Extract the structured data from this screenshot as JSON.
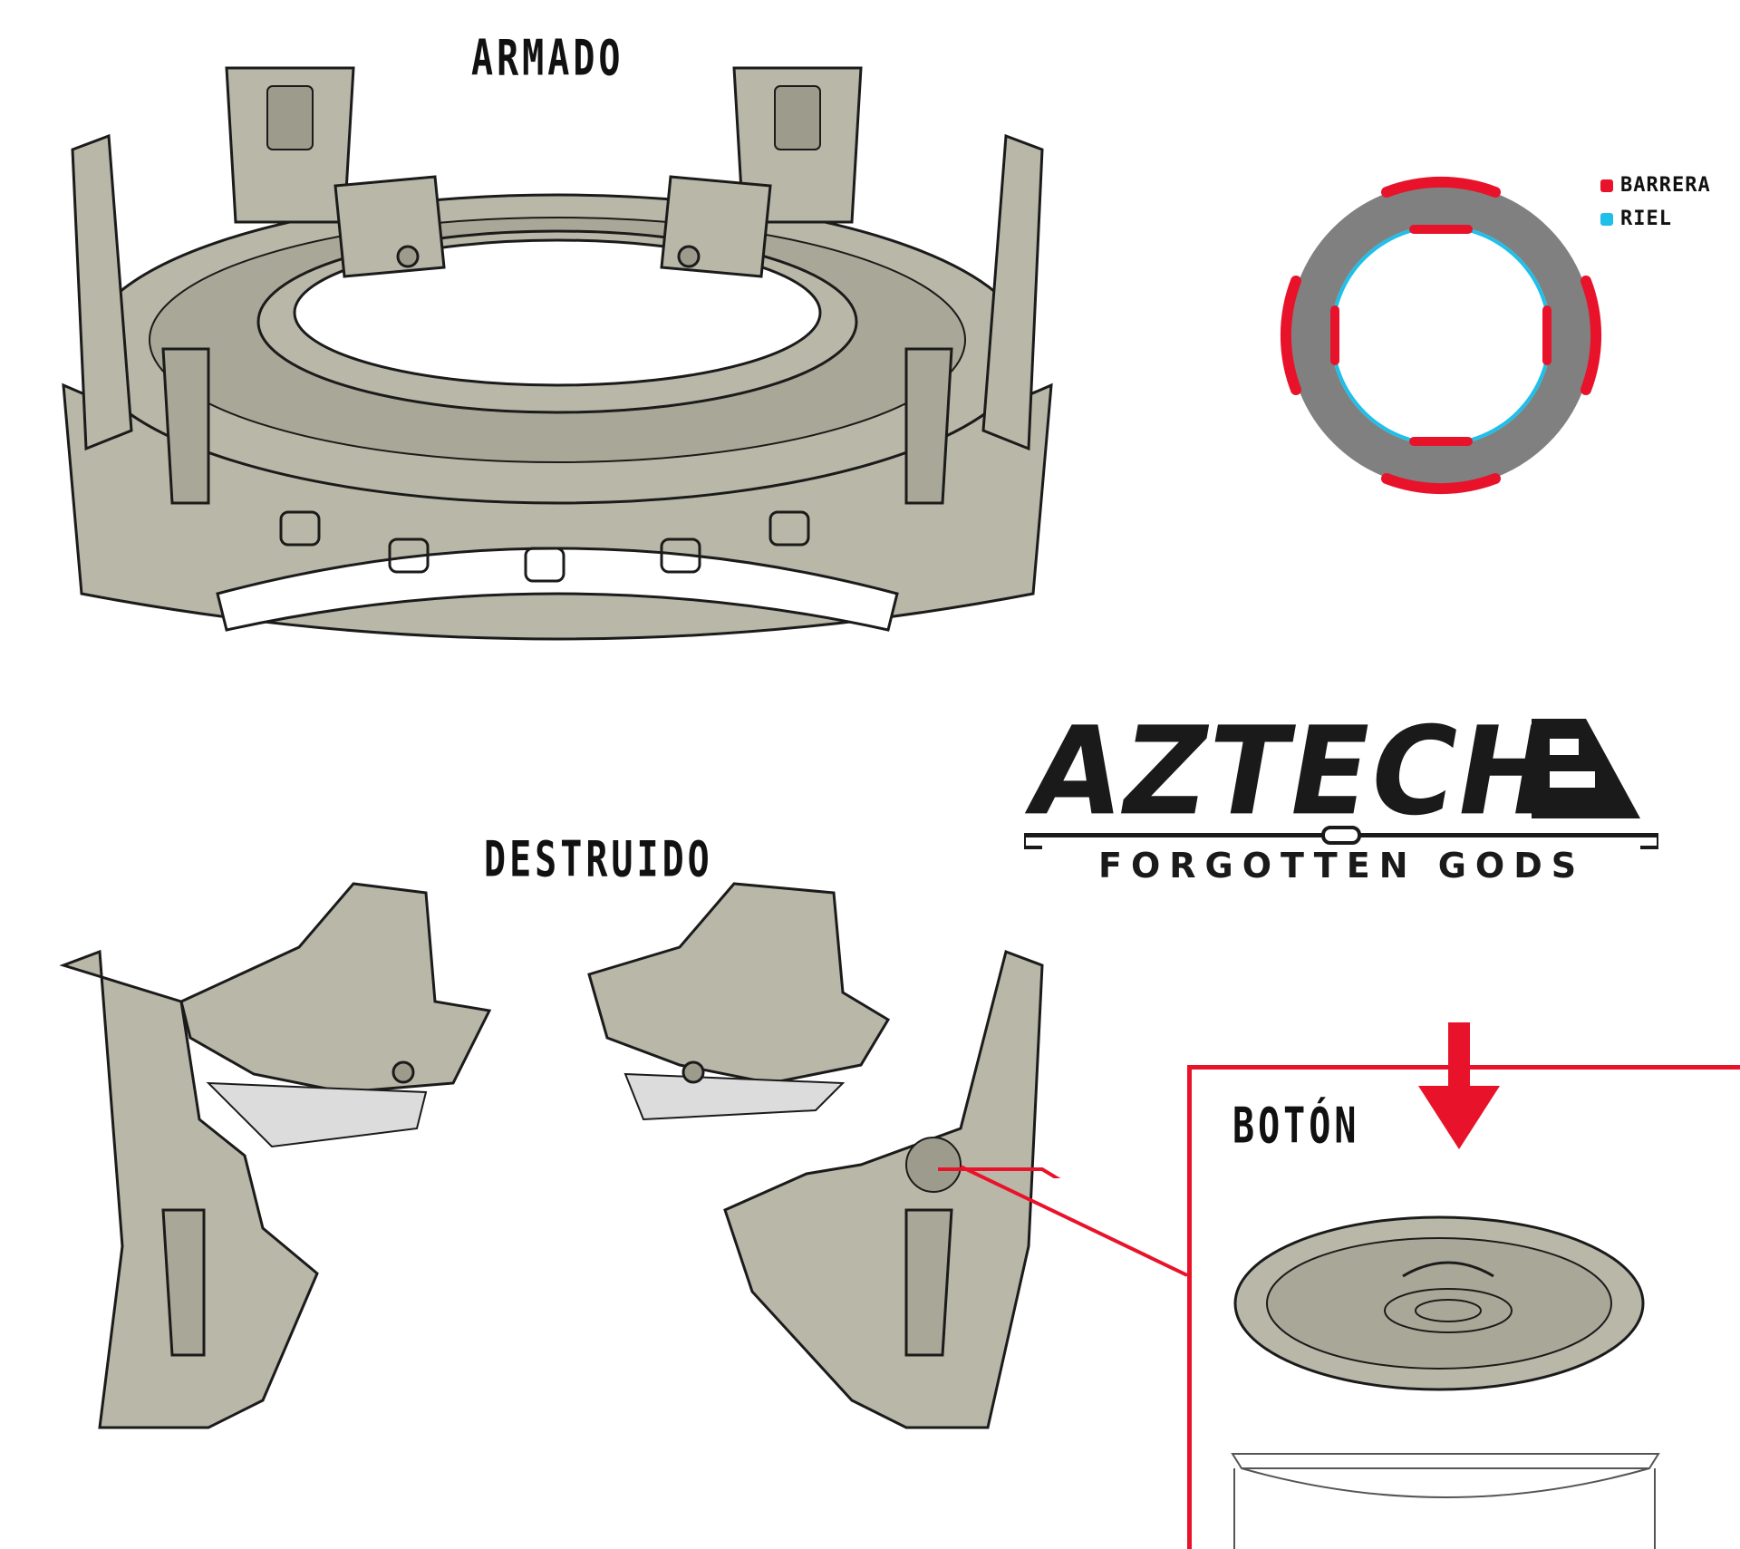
{
  "labels": {
    "assembled": "ARMADO",
    "destroyed": "DESTRUIDO",
    "button": "BOTÓN"
  },
  "legend": {
    "items": [
      {
        "label": "BARRERA",
        "color": "#e8132a"
      },
      {
        "label": "RIEL",
        "color": "#1ec0ea"
      }
    ]
  },
  "logo": {
    "title": "AZTECH",
    "subtitle": "FORGOTTEN GODS"
  },
  "colors": {
    "stone": "#b9b8a8",
    "stone_dark": "#9d9c8c",
    "ring_gray": "#808080",
    "accent_red": "#e8132a",
    "rail_blue": "#1ec0ea",
    "ink": "#1b1b1b"
  }
}
